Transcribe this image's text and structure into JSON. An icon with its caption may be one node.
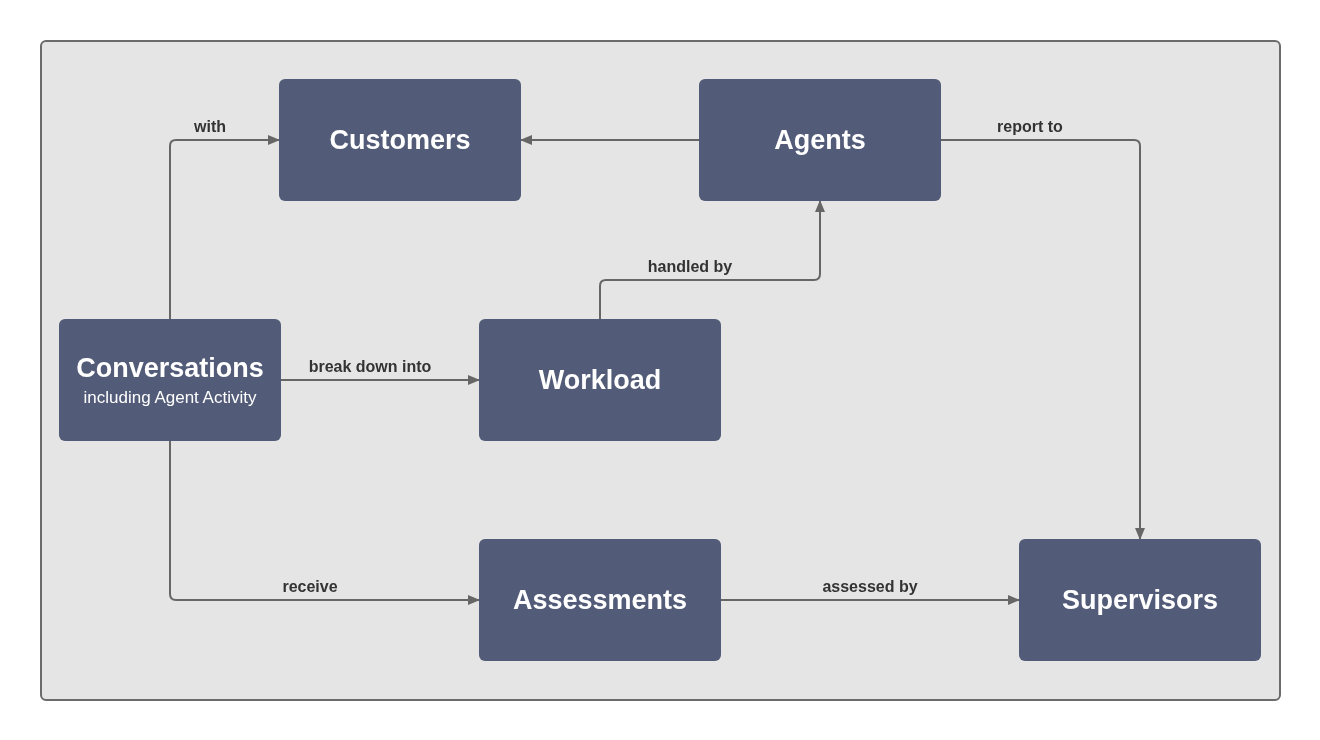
{
  "diagram": {
    "nodes": [
      {
        "text": [
          "Customers"
        ]
      },
      {
        "text": [
          "Agents"
        ]
      },
      {
        "text": [
          "Conversations",
          "including Agent Activity"
        ]
      },
      {
        "text": [
          "Workload"
        ]
      },
      {
        "text": [
          "Assessments"
        ]
      },
      {
        "text": [
          "Supervisors"
        ]
      }
    ],
    "edges": [
      {
        "from": 2,
        "to": 0,
        "arrow": "to",
        "label": "with"
      },
      {
        "from": 1,
        "to": 0,
        "arrow": "to"
      },
      {
        "from": 1,
        "to": 5,
        "arrow": "to",
        "label": "report to"
      },
      {
        "from": 2,
        "to": 3,
        "arrow": "to",
        "label": "break down into"
      },
      {
        "from": 3,
        "to": 1,
        "arrow": "to",
        "label": "handled by"
      },
      {
        "from": 2,
        "to": 4,
        "arrow": "to",
        "label": "receive"
      },
      {
        "from": 4,
        "to": 5,
        "arrow": "to",
        "label": "assessed by"
      }
    ]
  }
}
